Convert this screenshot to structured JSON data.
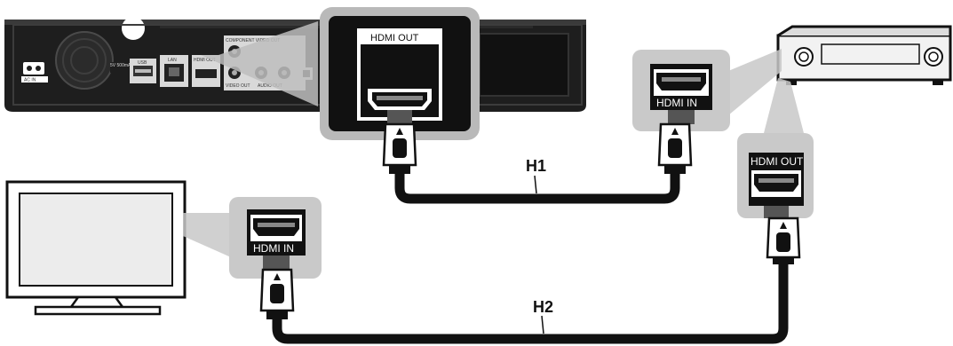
{
  "player_rear_panel": {
    "ac_label": "AC IN",
    "dc_label": "5V\n500mA",
    "usb_label": "USB",
    "lan_label": "LAN",
    "hdmi_out_small_label": "HDMI OUT",
    "component_label": "COMPONENT VIDEO OUT",
    "video_out_label": "VIDEO OUT",
    "audio_out_label": "AUDIO OUT"
  },
  "player_hdmi_zoom": {
    "label": "HDMI OUT"
  },
  "receiver_hdmi_in": {
    "label": "HDMI IN"
  },
  "receiver_hdmi_out": {
    "label": "HDMI OUT"
  },
  "tv_hdmi_in": {
    "label": "HDMI IN"
  },
  "cable_h1": {
    "label": "H1"
  },
  "cable_h2": {
    "label": "H2"
  }
}
